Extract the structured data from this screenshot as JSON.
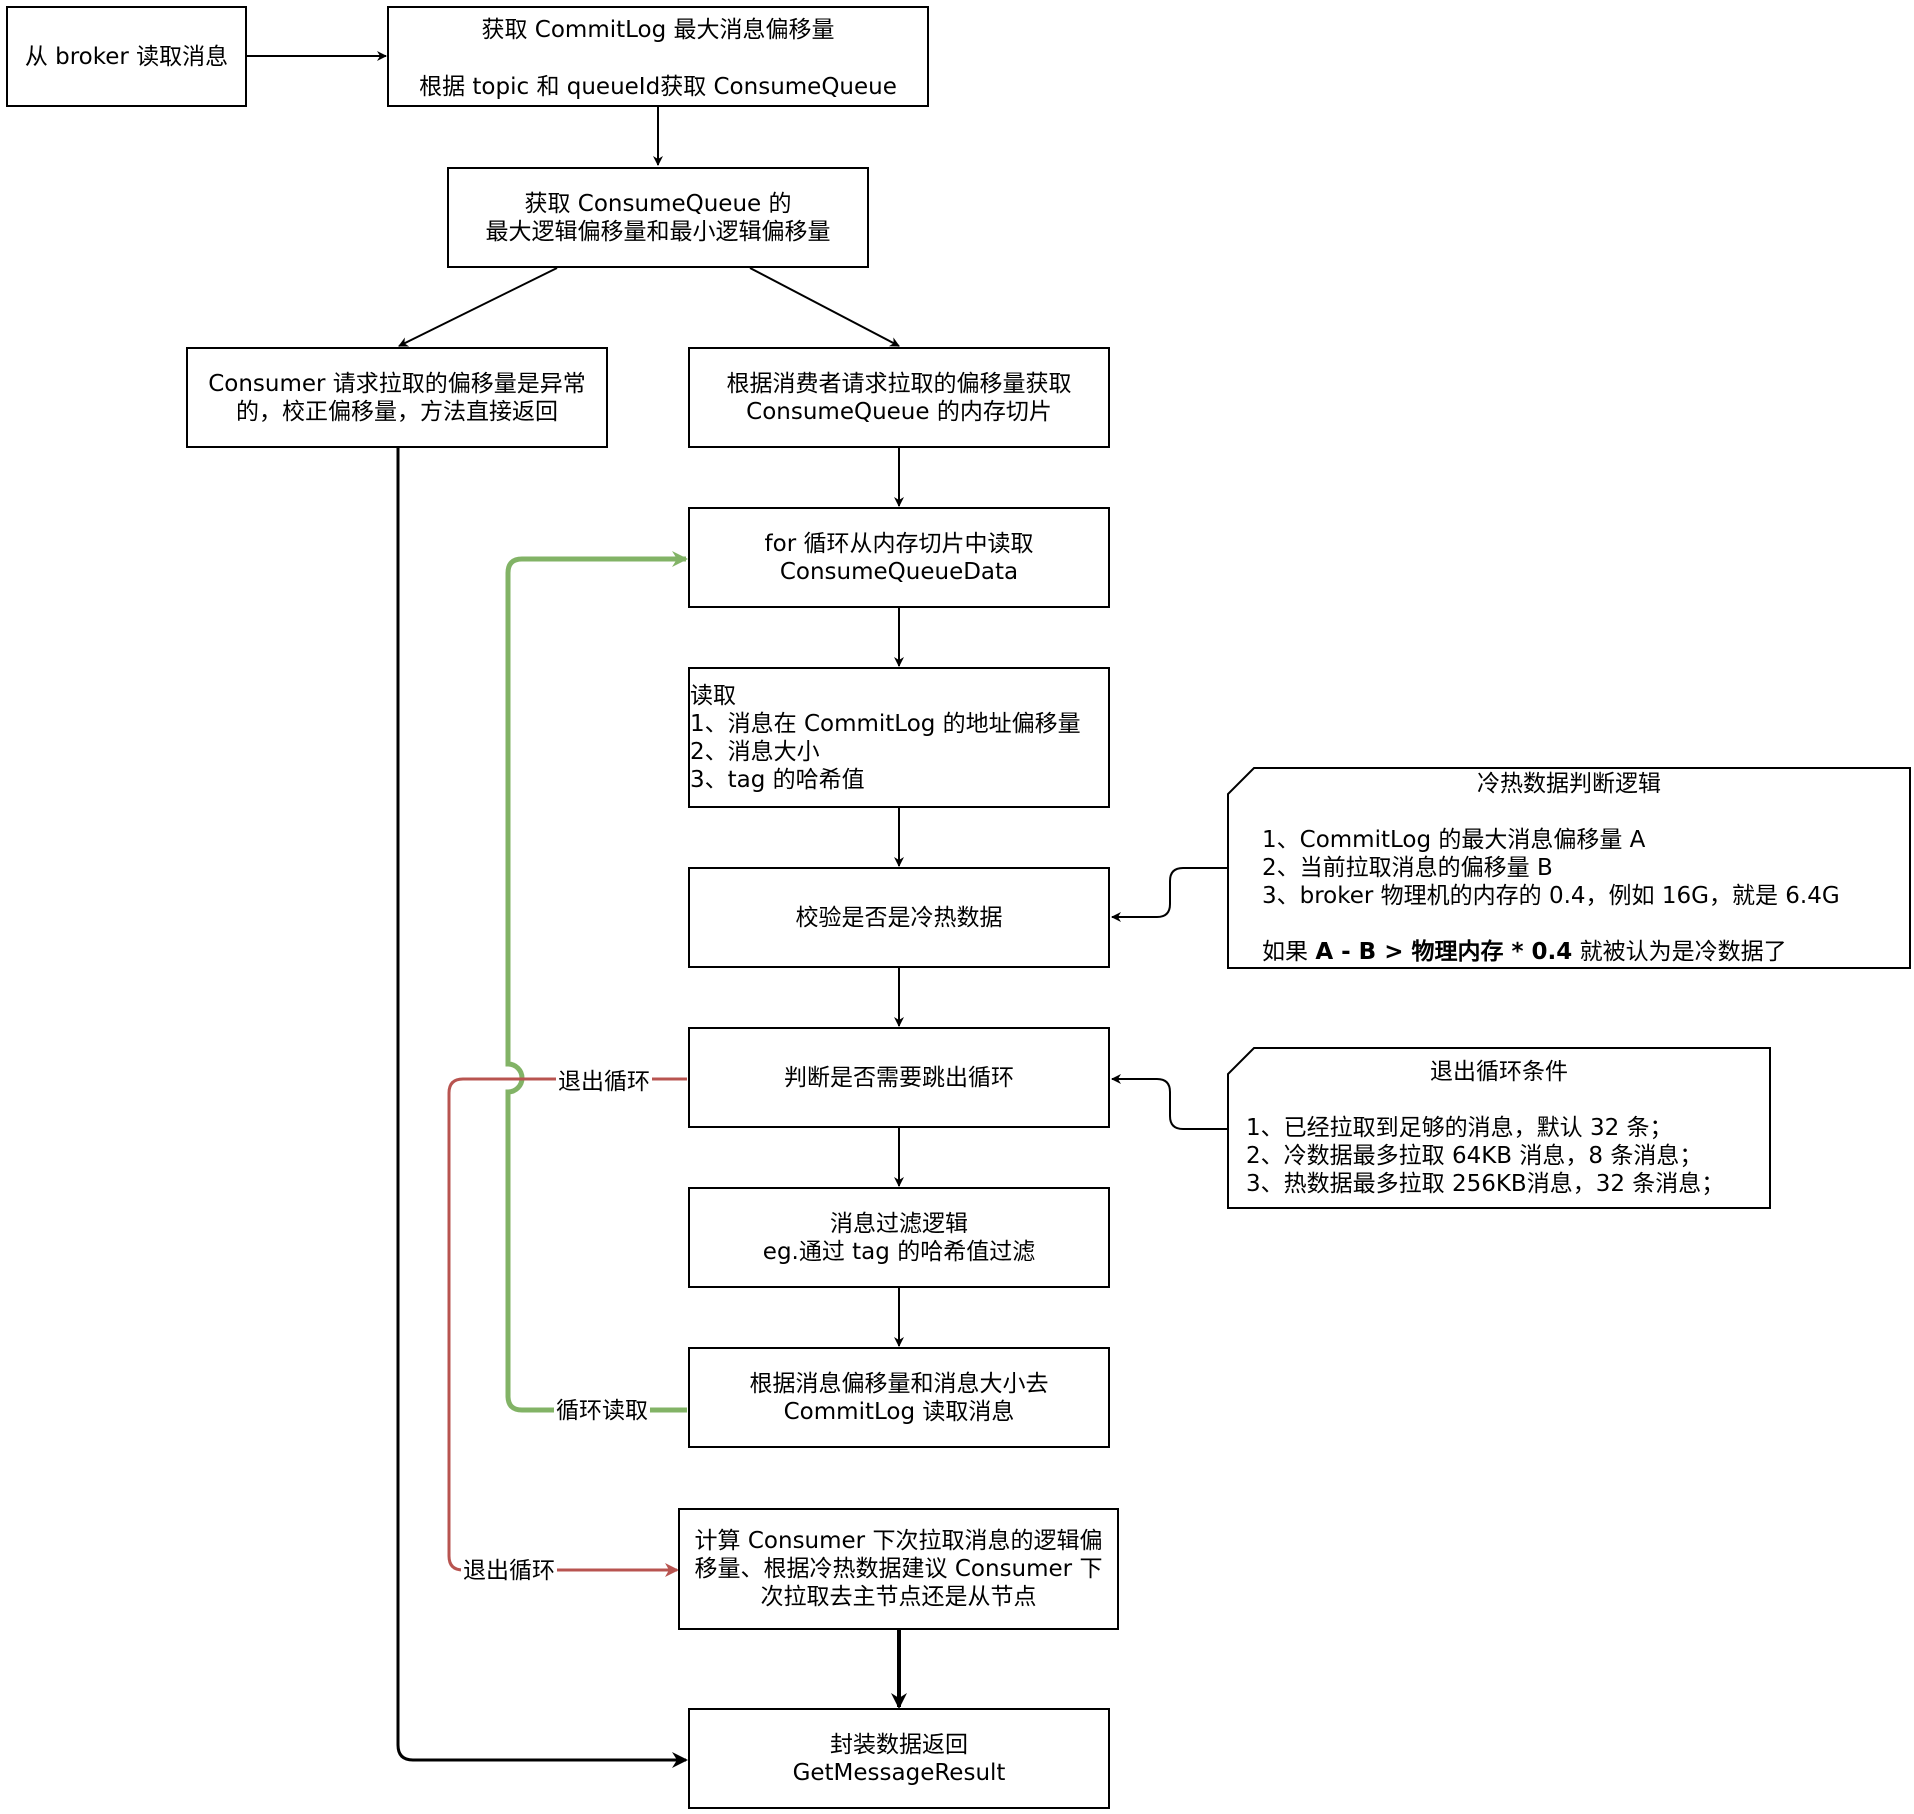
{
  "nodes": {
    "read_from_broker": {
      "lines": [
        "从 broker 读取消息"
      ]
    },
    "get_commitlog": {
      "lines": [
        "获取 CommitLog 最大消息偏移量",
        "",
        "根据 topic 和 queueId获取 ConsumeQueue"
      ]
    },
    "get_cq_offsets": {
      "lines": [
        "获取 ConsumeQueue 的",
        "最大逻辑偏移量和最小逻辑偏移量"
      ]
    },
    "offset_abnormal": {
      "lines": [
        "Consumer 请求拉取的偏移量是异常",
        "的，校正偏移量，方法直接返回"
      ]
    },
    "get_memory_slice": {
      "lines": [
        "根据消费者请求拉取的偏移量获取",
        "ConsumeQueue 的内存切片"
      ]
    },
    "for_loop": {
      "lines": [
        "for 循环从内存切片中读取",
        "ConsumeQueueData"
      ]
    },
    "read_fields": {
      "lines": [
        "读取",
        "1、消息在 CommitLog 的地址偏移量",
        "2、消息大小",
        "3、tag 的哈希值"
      ]
    },
    "check_cold_hot": {
      "lines": [
        "校验是否是冷热数据"
      ]
    },
    "check_break": {
      "lines": [
        "判断是否需要跳出循环"
      ]
    },
    "filter": {
      "lines": [
        "消息过滤逻辑",
        "eg.通过 tag 的哈希值过滤"
      ]
    },
    "read_commitlog": {
      "lines": [
        "根据消息偏移量和消息大小去",
        "CommitLog 读取消息"
      ]
    },
    "compute_next": {
      "lines": [
        "计算 Consumer 下次拉取消息的逻辑偏",
        "移量、根据冷热数据建议 Consumer 下",
        "次拉取去主节点还是从节点"
      ]
    },
    "return_result": {
      "lines": [
        "封装数据返回",
        "GetMessageResult"
      ]
    }
  },
  "notes": {
    "cold_hot_logic": {
      "title": "冷热数据判断逻辑",
      "items": [
        "1、CommitLog 的最大消息偏移量 A",
        "2、当前拉取消息的偏移量 B",
        "3、broker 物理机的内存的 0.4，例如 16G，就是 6.4G"
      ],
      "rule_prefix": "如果 ",
      "rule_bold": "A - B > 物理内存 * 0.4",
      "rule_suffix": " 就被认为是冷数据了"
    },
    "exit_conditions": {
      "title": "退出循环条件",
      "items": [
        "1、已经拉取到足够的消息，默认 32 条；",
        "2、冷数据最多拉取 64KB 消息，8 条消息；",
        "3、热数据最多拉取 256KB消息，32 条消息；"
      ]
    }
  },
  "edge_labels": {
    "exit_loop_top": "退出循环",
    "loop_read": "循环读取",
    "exit_loop_bottom": "退出循环"
  },
  "colors": {
    "loop": "#82b366",
    "exit": "#b85450",
    "default": "#000000"
  }
}
